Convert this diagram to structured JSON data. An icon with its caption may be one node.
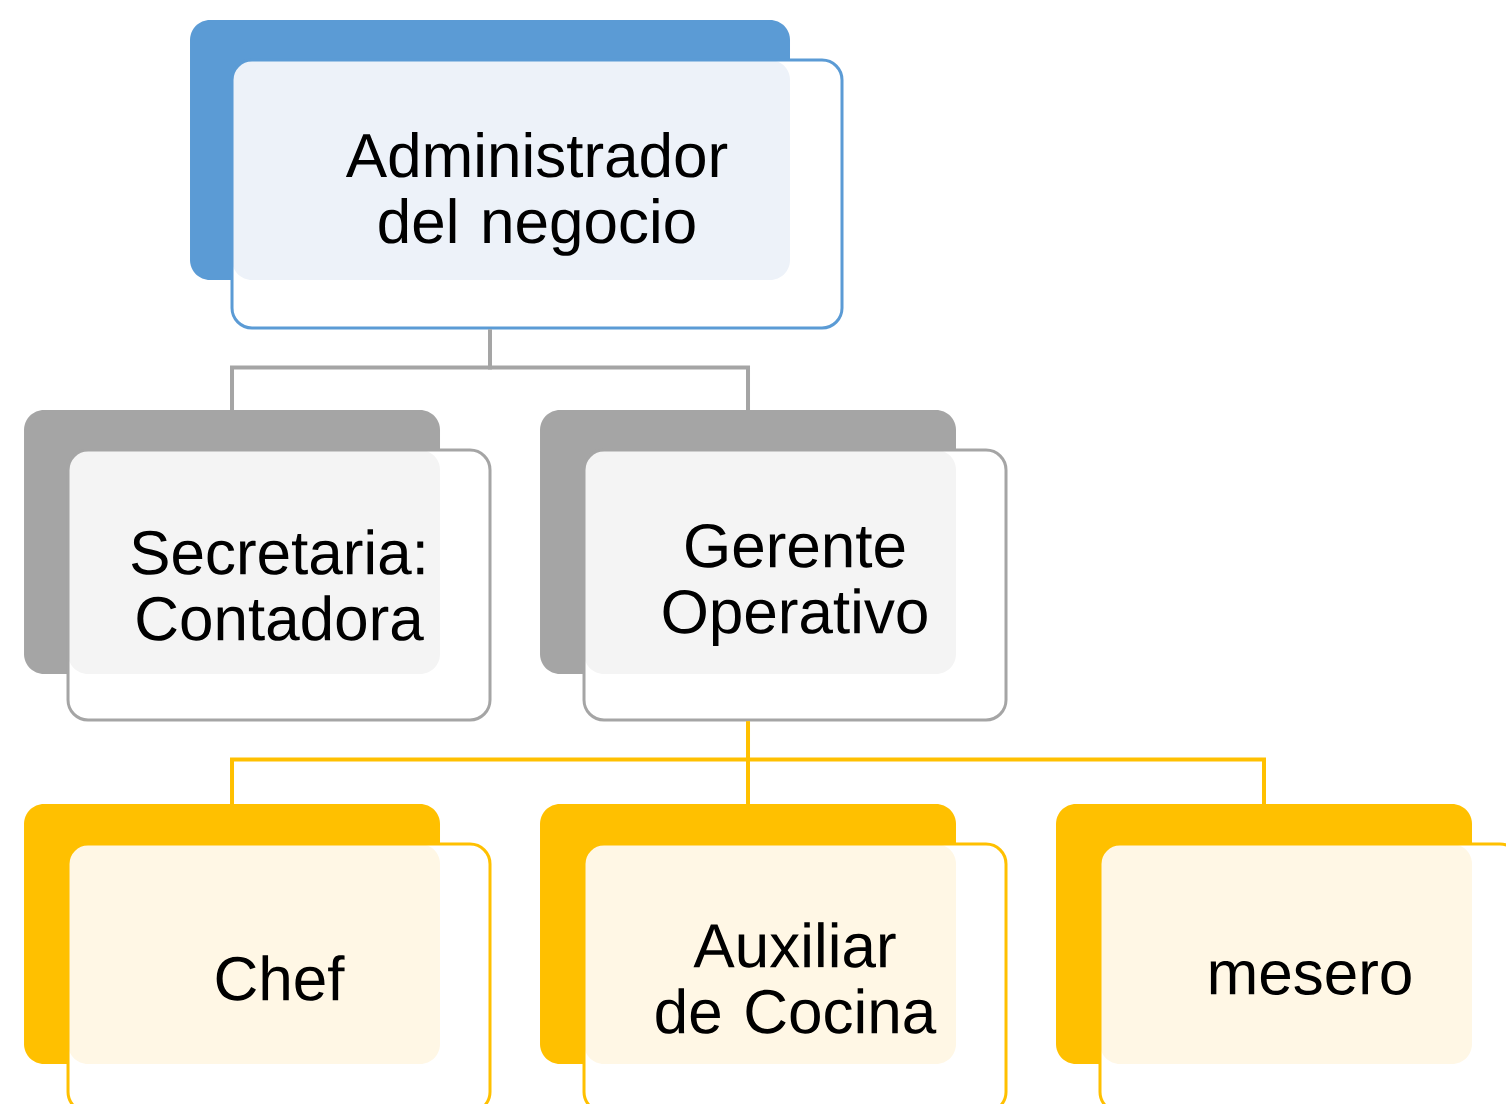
{
  "diagram": {
    "nodes": [
      {
        "text": [
          "Administrador del negocio"
        ]
      },
      {
        "text": [
          "Secretaria: Contadora"
        ]
      },
      {
        "text": [
          "Gerente Operativo"
        ]
      },
      {
        "text": [
          "Chef"
        ]
      },
      {
        "text": [
          "Auxiliar de Cocina"
        ]
      },
      {
        "text": [
          "mesero"
        ]
      }
    ],
    "edges": [
      {
        "from": 0,
        "to": 1,
        "arrow": "none",
        "color": "#a5a5a5"
      },
      {
        "from": 0,
        "to": 2,
        "arrow": "none",
        "color": "#a5a5a5"
      },
      {
        "from": 2,
        "to": 3,
        "arrow": "none"
      },
      {
        "from": 2,
        "to": 4,
        "arrow": "none"
      },
      {
        "from": 2,
        "to": 5,
        "arrow": "none"
      }
    ]
  }
}
